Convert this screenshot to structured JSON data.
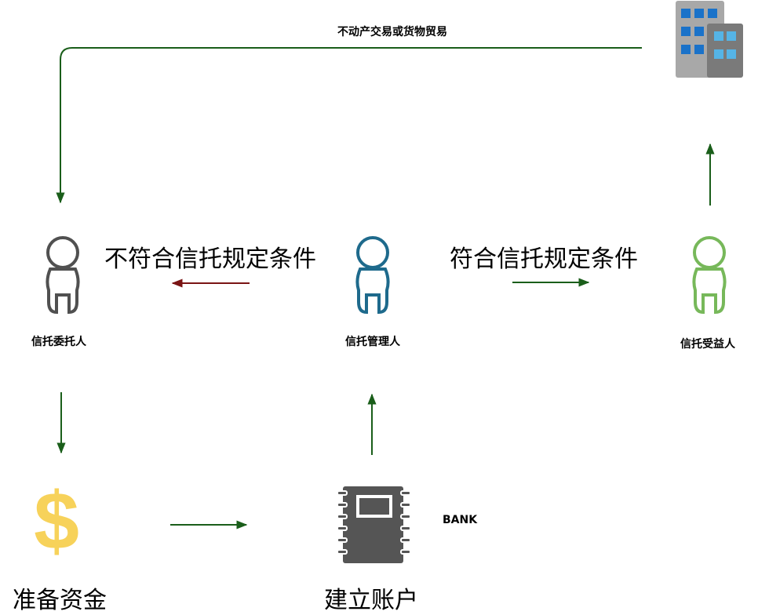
{
  "nodes": {
    "settlor": {
      "label": "信托委托人",
      "color": "#505050"
    },
    "trustee": {
      "label": "信托管理人",
      "color": "#1e6a8c"
    },
    "beneficiary": {
      "label": "信托受益人",
      "color": "#77b85a"
    },
    "funds": {
      "label": "准备资金",
      "color": "#f7d25a",
      "icon": "dollar-sign-icon"
    },
    "account": {
      "label": "建立账户",
      "color": "#555555",
      "icon": "notebook-icon",
      "tag": "BANK"
    },
    "building": {
      "icon": "office-building-icon",
      "colors": {
        "main": "#a8a8a8",
        "side": "#7a7a7a",
        "window": "#1a72c9",
        "window_light": "#55b4e6"
      }
    }
  },
  "edges": {
    "trade": {
      "label": "不动产交易或货物贸易",
      "color": "#1a5e1a"
    },
    "not_meet": {
      "label": "不符合信托规定条件",
      "color": "#7a1414"
    },
    "meet": {
      "label": "符合信托规定条件",
      "color": "#1a5e1a"
    }
  },
  "arrow_color": "#1a5e1a"
}
